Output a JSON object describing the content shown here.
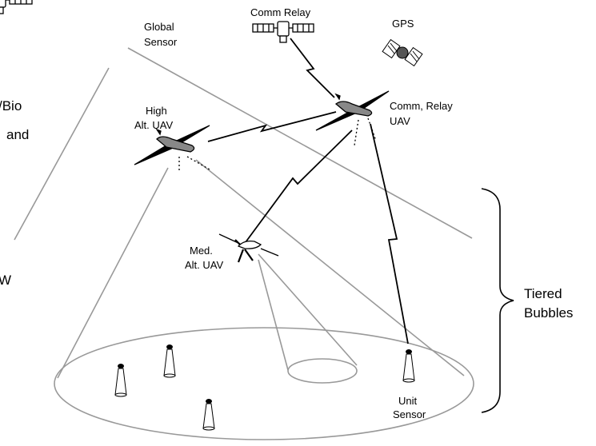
{
  "labels": {
    "global_sensor": [
      "Global",
      "Sensor"
    ],
    "comm_relay_sat": "Comm Relay",
    "gps": "GPS",
    "high_alt_uav": [
      "High",
      "Alt. UAV"
    ],
    "comm_relay_uav": [
      "Comm, Relay",
      "UAV"
    ],
    "med_alt_uav": [
      "Med.",
      "Alt. UAV"
    ],
    "unit_sensor": [
      "Unit",
      "Sensor"
    ],
    "tiered_bubbles": [
      "Tiered",
      "Bubbles"
    ],
    "clipped_left": [
      "/Bio",
      "and",
      "W"
    ]
  },
  "colors": {
    "line": "#000000",
    "bubble": "#999999",
    "fill": "#ffffff"
  }
}
